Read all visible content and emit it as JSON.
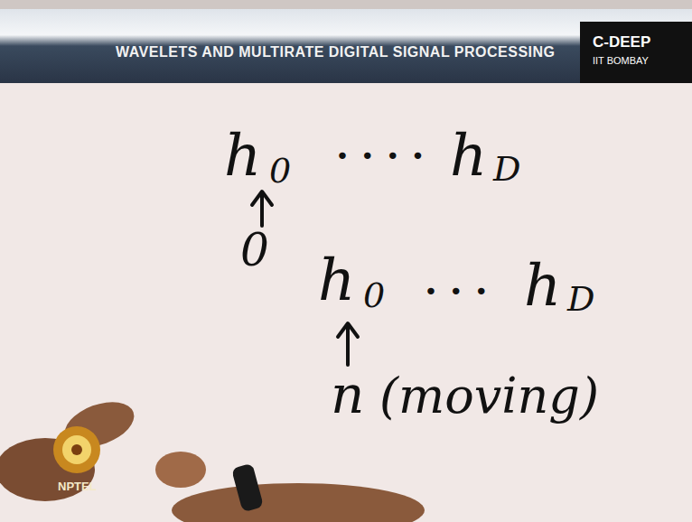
{
  "diagram": {
    "title": "WAVELETS AND MULTIRATE DIGITAL SIGNAL PROCESSING",
    "labels": [
      "C-DEEP",
      "IIT BOMBAY",
      "h",
      "0",
      "· · · ·",
      "h",
      "D",
      "0",
      "h",
      "0",
      "· · ·",
      "h",
      "D",
      "n",
      "(moving)",
      "NPTEL"
    ]
  }
}
